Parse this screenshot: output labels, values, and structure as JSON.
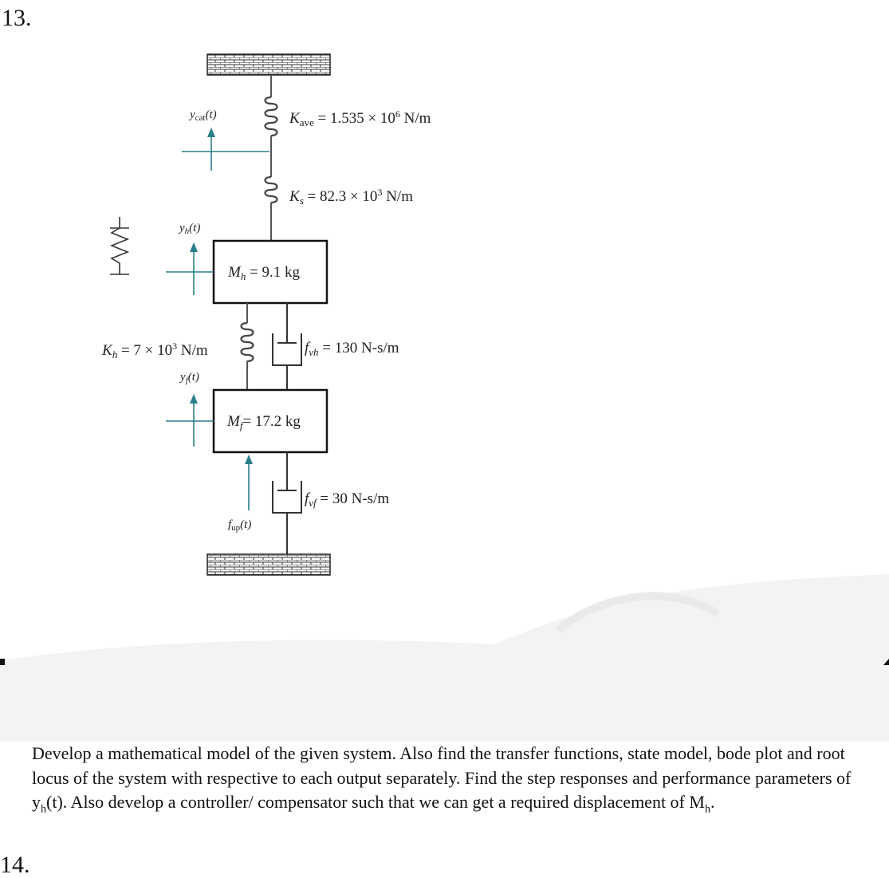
{
  "question_number": "13.",
  "next_number": "14.",
  "diagram": {
    "k_ave_label": "K",
    "k_ave_sub": "ave",
    "k_ave_value": " = 1.535 × 10",
    "k_ave_exp": "6",
    "k_ave_unit": " N/m",
    "k_s_label": "K",
    "k_s_sub": "s",
    "k_s_value": " = 82.3 × 10",
    "k_s_exp": "3",
    "k_s_unit": " N/m",
    "m_h_label": "M",
    "m_h_sub": "h",
    "m_h_value": " = 9.1 kg",
    "k_h_label": "K",
    "k_h_sub": "h",
    "k_h_value": " = 7 × 10",
    "k_h_exp": "3",
    "k_h_unit": " N/m",
    "f_vh_label": "f",
    "f_vh_sub": "vh",
    "f_vh_value": " = 130 N-s/m",
    "m_f_label": "M",
    "m_f_sub": "f",
    "m_f_value": "= 17.2 kg",
    "f_vf_label": "f",
    "f_vf_sub": "vf",
    "f_vf_value": " = 30 N-s/m",
    "y_cat_label": "y",
    "y_cat_sub": "cat",
    "y_cat_arg": "(t)",
    "y_h_label": "y",
    "y_h_sub": "h",
    "y_h_arg": "(t)",
    "y_f_label": "y",
    "y_f_sub": "f",
    "y_f_arg": "(t)",
    "f_up_label": "f",
    "f_up_sub": "up",
    "f_up_arg": "(t)"
  },
  "question_text": "Develop a mathematical model of the given system. Also find the transfer functions, state model, bode plot and root locus of the system with respective to each output separately. Find the step responses and performance parameters of y",
  "question_sub_h": "h",
  "question_text_2": "(t). Also develop a controller/ compensator such that we can get a required displacement of M",
  "question_sub_h2": "h",
  "question_text_end": ".",
  "colors": {
    "accent": "#2a7f8a",
    "ink": "#222222",
    "box": "#111111"
  }
}
